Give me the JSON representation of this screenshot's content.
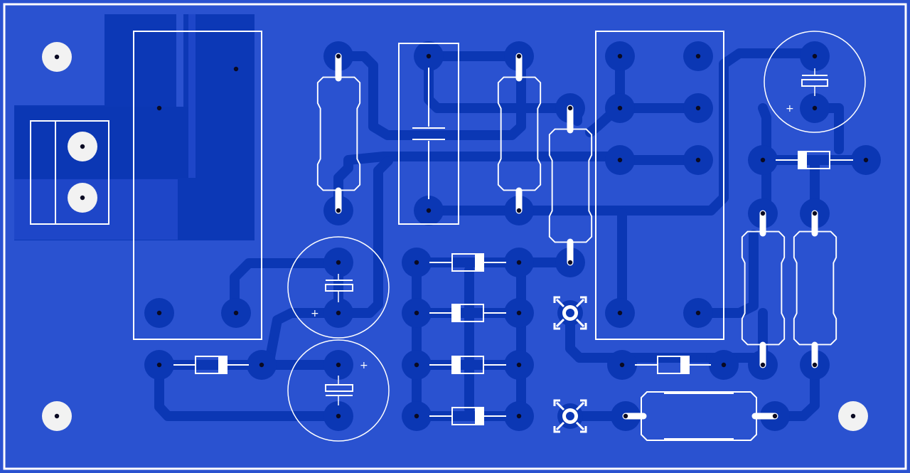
{
  "board": {
    "background": "#ffffff",
    "substrate_color": "#2a52d0",
    "copper_color": "#0b37b4",
    "silk_color": "#ffffff",
    "drill_color": "#0a0a22"
  },
  "silkscreen": {
    "plus_marks": [
      "+",
      "+",
      "+"
    ]
  },
  "components": [
    {
      "kind": "terminal-block",
      "label": ""
    },
    {
      "kind": "relay",
      "label": ""
    },
    {
      "kind": "relay",
      "label": ""
    },
    {
      "kind": "resistor",
      "label": ""
    },
    {
      "kind": "resistor",
      "label": ""
    },
    {
      "kind": "resistor",
      "label": ""
    },
    {
      "kind": "resistor",
      "label": ""
    },
    {
      "kind": "resistor",
      "label": ""
    },
    {
      "kind": "resistor",
      "label": ""
    },
    {
      "kind": "capacitor-film",
      "label": ""
    },
    {
      "kind": "capacitor-electrolytic",
      "label": ""
    },
    {
      "kind": "capacitor-electrolytic",
      "label": ""
    },
    {
      "kind": "capacitor-electrolytic",
      "label": ""
    },
    {
      "kind": "diode",
      "label": ""
    },
    {
      "kind": "diode",
      "label": ""
    },
    {
      "kind": "diode",
      "label": ""
    },
    {
      "kind": "diode",
      "label": ""
    },
    {
      "kind": "diode",
      "label": ""
    },
    {
      "kind": "diode",
      "label": ""
    },
    {
      "kind": "diode",
      "label": ""
    },
    {
      "kind": "test-point",
      "label": ""
    },
    {
      "kind": "test-point",
      "label": ""
    },
    {
      "kind": "mounting-hole",
      "label": ""
    },
    {
      "kind": "mounting-hole",
      "label": ""
    },
    {
      "kind": "mounting-hole",
      "label": ""
    }
  ]
}
